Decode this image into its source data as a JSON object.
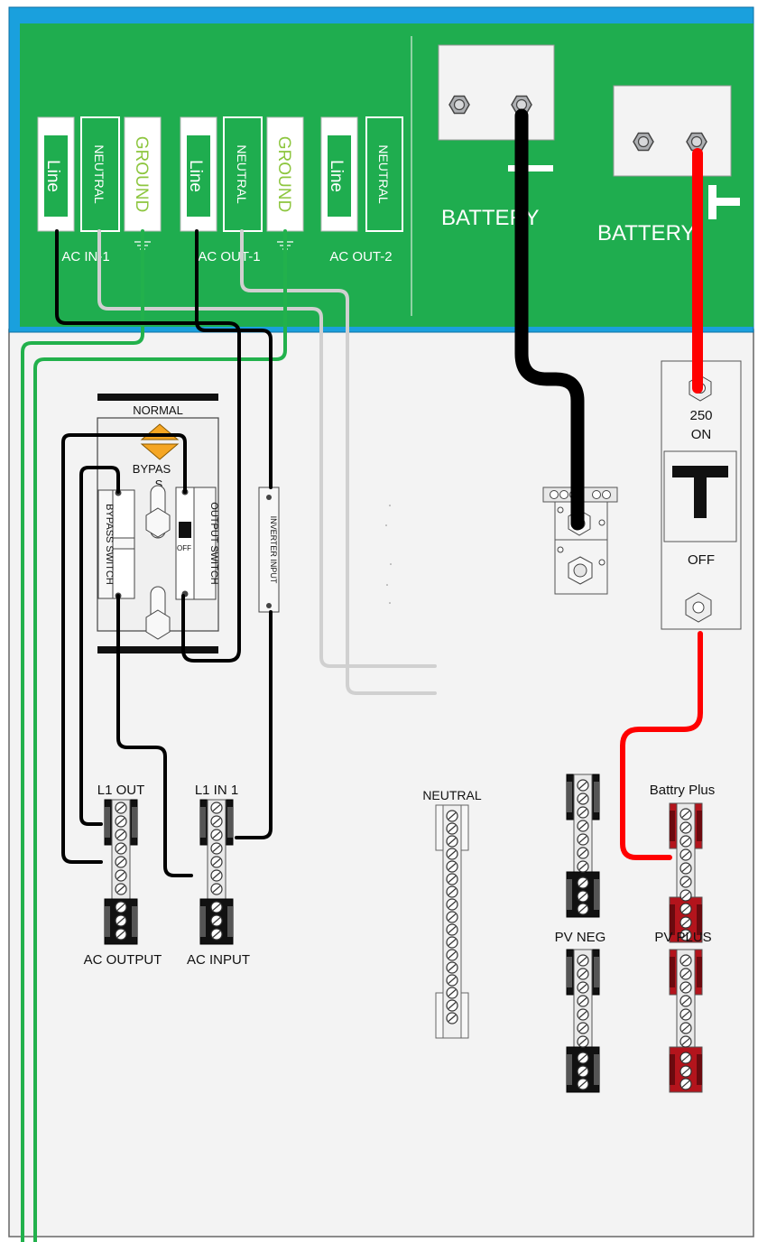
{
  "inverter": {
    "terminals": {
      "line": "Line",
      "neutral": "NEUTRAL",
      "ground": "GROUND"
    },
    "groups": {
      "ac_in_1": "AC IN-1",
      "ac_out_1": "AC OUT-1",
      "ac_out_2": "AC OUT-2"
    },
    "battery_neg_label": "BATTERY",
    "battery_pos_label": "BATTERY"
  },
  "bypass_panel": {
    "normal": "NORMAL",
    "bypass_line1": "BYPAS",
    "bypass_line2": "S",
    "bypass_switch": "BYPASS SWITCH",
    "output_switch": "OUTPUT SWITCH",
    "off_small": "OFF",
    "inverter_input": "INVERTER INPUT"
  },
  "dc_breaker": {
    "rating": "250",
    "on": "ON",
    "off": "OFF"
  },
  "bus_bars": {
    "l1_out": "L1 OUT",
    "l1_in_1": "L1 IN 1",
    "ac_output": "AC OUTPUT",
    "ac_input": "AC INPUT",
    "neutral": "NEUTRAL",
    "battery_plus": "Battry Plus",
    "pv_neg": "PV NEG",
    "pv_plus": "PV PLUS"
  },
  "colors": {
    "inverter_green": "#1fad4f",
    "inverter_blue": "#1aa0dd",
    "wire_black": "#000000",
    "wire_red": "#ff0000",
    "wire_green": "#22b14c",
    "wire_gray": "#d0d0d0",
    "ground_text": "#8dc63f",
    "battery_red": "#b3141c"
  }
}
